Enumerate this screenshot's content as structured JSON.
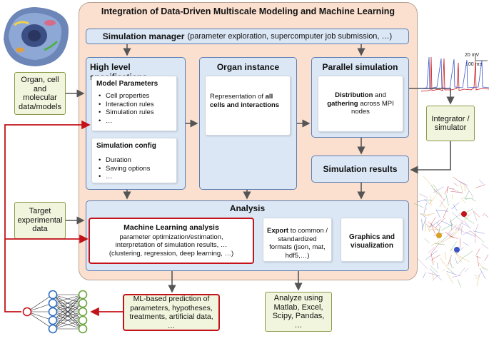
{
  "title": "Integration of Data-Driven Multiscale Modeling and Machine Learning",
  "sim_manager": {
    "label": "Simulation manager",
    "detail": "(parameter exploration, supercomputer job submission, …)"
  },
  "high_level": {
    "title": "High level specifications",
    "model_params": {
      "title": "Model Parameters",
      "items": [
        "Cell properties",
        "Interaction rules",
        "Simulation rules",
        "…"
      ]
    },
    "sim_config": {
      "title": "Simulation config",
      "items": [
        "Duration",
        "Saving options",
        "…"
      ]
    }
  },
  "organ_instance": {
    "title": "Organ instance",
    "text_pre": "Representation of ",
    "text_bold": "all cells and interactions"
  },
  "parallel_sim": {
    "title": "Parallel simulation",
    "bold1": "Distribution",
    "and": " and ",
    "bold2": "gathering",
    "rest": " across MPI nodes"
  },
  "sim_results": {
    "title": "Simulation results"
  },
  "analysis": {
    "title": "Analysis",
    "ml": {
      "title": "Machine Learning analysis",
      "lines": [
        "parameter optimization/estimation,",
        "interpretation of simulation results, …",
        "(clustering, regression, deep learning, …)"
      ]
    },
    "export": {
      "bold": "Export",
      "rest": " to common / standardized formats (json, mat, hdf5,…)"
    },
    "graphics": {
      "title": "Graphics and visualization"
    }
  },
  "inputs": {
    "organ_data": "Organ, cell and molecular data/models",
    "target_data": "Target experimental data"
  },
  "integrator": "Integrator / simulator",
  "outputs": {
    "ml_prediction": "ML-based prediction of parameters, hypotheses, treatments, artificial data, …",
    "analyze_using": "Analyze using Matlab, Excel, Scipy, Pandas, …"
  },
  "trace_scale": {
    "mv": "20 mV",
    "ms": "100 ms"
  },
  "colors": {
    "main_bg": "#fbe0cf",
    "blue_box": "#dbe7f5",
    "blue_border": "#5b7db3",
    "green_box": "#f2f5dd",
    "red_accent": "#c4121a",
    "nn_blue": "#2f6fc1",
    "nn_green": "#6aa33a"
  }
}
